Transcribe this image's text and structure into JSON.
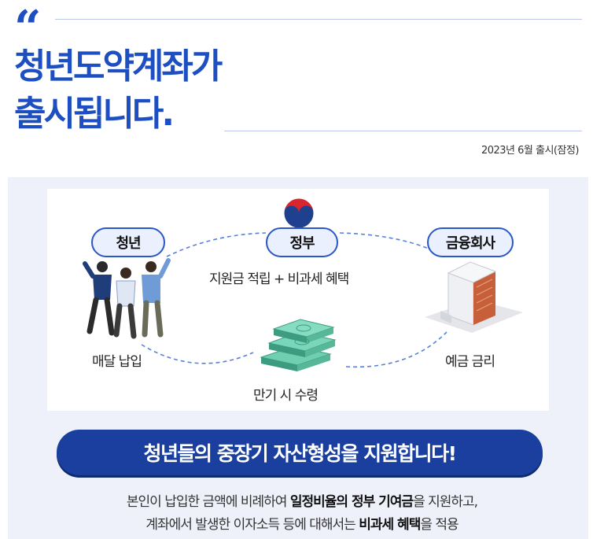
{
  "header": {
    "quote_mark": "“",
    "title_line1": "청년도약계좌가",
    "title_line2": "출시됩니다.",
    "release_note": "2023년 6월 출시(잠정)"
  },
  "diagram": {
    "actors": {
      "youth": "청년",
      "government": "정부",
      "financial_institution": "금융회사"
    },
    "labels": {
      "government_benefit": "지원금 적립 + 비과세 혜택",
      "monthly_payment": "매달 납입",
      "deposit_interest": "예금 금리",
      "maturity_receipt": "만기 시 수령"
    },
    "icons": [
      "government-emblem-icon",
      "young-people-icon",
      "bank-building-icon",
      "money-stack-icon"
    ]
  },
  "banner": {
    "text": "청년들의 중장기 자산형성을 지원합니다!"
  },
  "description": {
    "line1_a": "본인이 납입한 금액에 비례하여 ",
    "line1_b": "일정비율의 정부 기여금",
    "line1_c": "을 지원하고,",
    "line2_a": "계좌에서 발생한 이자소득 등에 대해서는 ",
    "line2_b": "비과세 혜택",
    "line2_c": "을 적용"
  },
  "colors": {
    "accent_blue": "#1e4fc2",
    "banner_navy": "#1a3f9e",
    "panel_bg": "#eef1f9"
  }
}
